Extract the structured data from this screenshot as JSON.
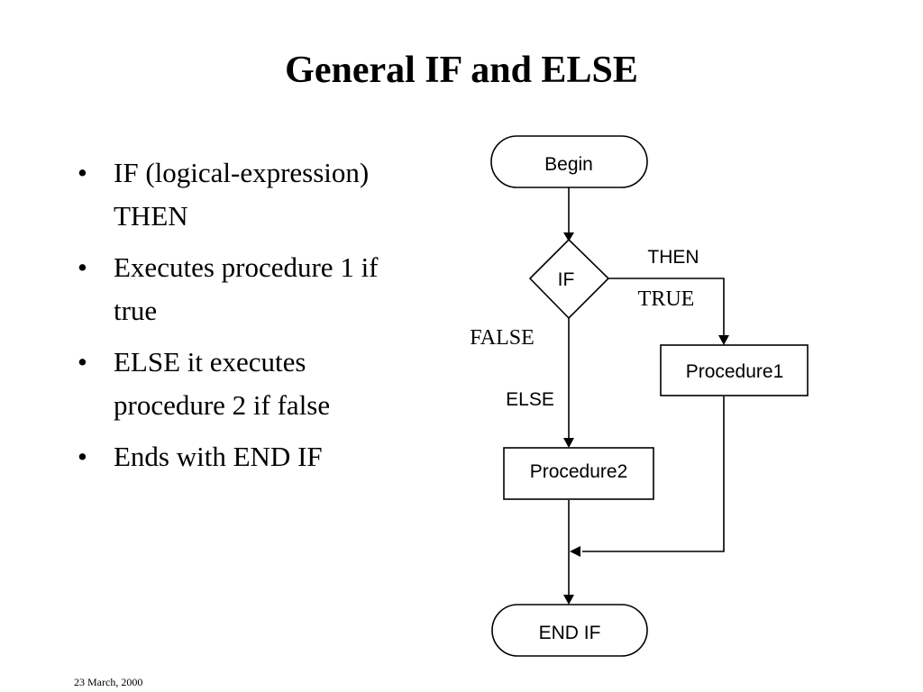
{
  "slide": {
    "title": "General IF and ELSE",
    "bullets": [
      "IF (logical-expression) THEN",
      "Executes procedure 1 if true",
      "ELSE it executes procedure 2 if false",
      "Ends with END IF"
    ],
    "footer_date": "23 March, 2000"
  },
  "flowchart": {
    "nodes": {
      "begin": "Begin",
      "decision": "IF",
      "procedure1": "Procedure1",
      "procedure2": "Procedure2",
      "end": "END IF"
    },
    "edge_labels": {
      "then": "THEN",
      "true": "TRUE",
      "false": "FALSE",
      "else": "ELSE"
    }
  }
}
